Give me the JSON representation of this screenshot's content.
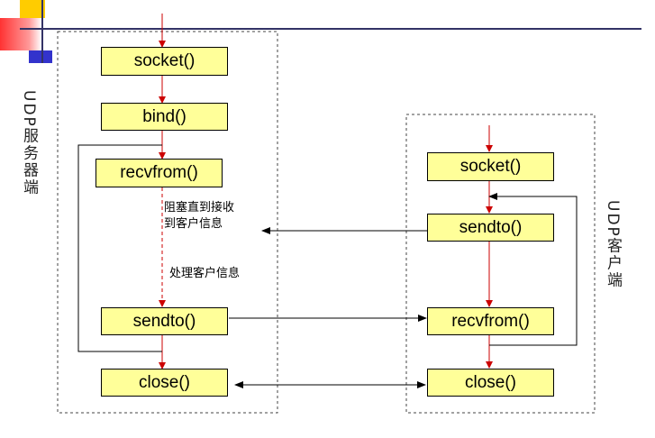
{
  "server": {
    "label": "UDP服务器端",
    "socket": "socket()",
    "bind": "bind()",
    "recvfrom": "recvfrom()",
    "sendto": "sendto()",
    "close": "close()",
    "note_block_line1": "阻塞直到接收",
    "note_block_line2": "到客户信息",
    "note_process": "处理客户信息"
  },
  "client": {
    "label": "UDP客户端",
    "socket": "socket()",
    "sendto": "sendto()",
    "recvfrom": "recvfrom()",
    "close": "close()"
  },
  "colors": {
    "box_fill": "#ffff99",
    "flow_arrow": "#cc0000",
    "message_arrow": "#000000",
    "deco_yellow": "#ffcc00",
    "deco_blue": "#3333cc",
    "deco_red": "#ff3333"
  }
}
